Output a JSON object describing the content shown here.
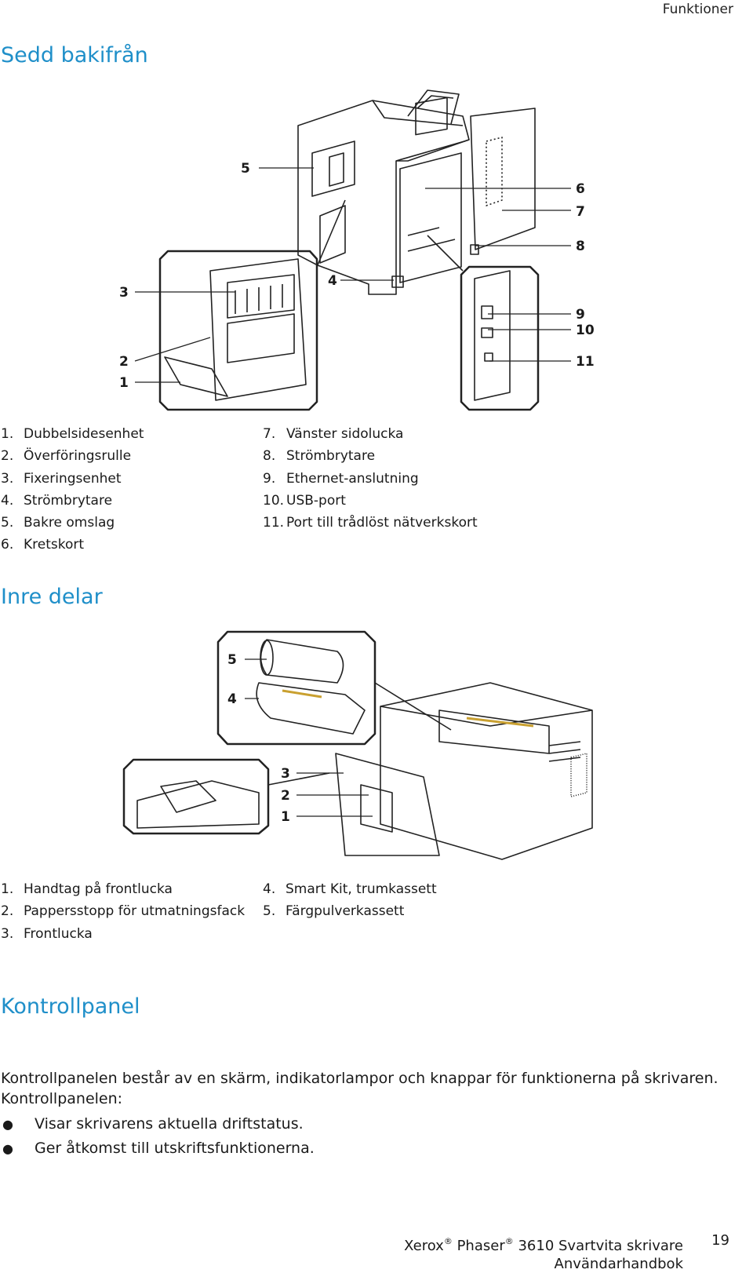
{
  "header": {
    "running_head": "Funktioner"
  },
  "rear_view": {
    "title": "Sedd bakifrån",
    "callouts": [
      "5",
      "3",
      "4",
      "2",
      "1",
      "6",
      "7",
      "8",
      "9",
      "10",
      "11"
    ],
    "legend_left": [
      {
        "num": "1.",
        "label": "Dubbelsidesenhet"
      },
      {
        "num": "2.",
        "label": "Överföringsrulle"
      },
      {
        "num": "3.",
        "label": "Fixeringsenhet"
      },
      {
        "num": "4.",
        "label": "Strömbrytare"
      },
      {
        "num": "5.",
        "label": "Bakre omslag"
      },
      {
        "num": "6.",
        "label": "Kretskort"
      }
    ],
    "legend_right": [
      {
        "num": "7.",
        "label": "Vänster sidolucka"
      },
      {
        "num": "8.",
        "label": "Strömbrytare"
      },
      {
        "num": "9.",
        "label": "Ethernet-anslutning"
      },
      {
        "num": "10.",
        "label": "USB-port"
      },
      {
        "num": "11.",
        "label": "Port till trådlöst nätverkskort"
      }
    ]
  },
  "internal_parts": {
    "title": "Inre delar",
    "callouts": [
      "5",
      "4",
      "3",
      "2",
      "1"
    ],
    "legend_left": [
      {
        "num": "1.",
        "label": "Handtag på frontlucka"
      },
      {
        "num": "2.",
        "label": "Pappersstopp för utmatningsfack"
      },
      {
        "num": "3.",
        "label": "Frontlucka"
      }
    ],
    "legend_right": [
      {
        "num": "4.",
        "label": "Smart Kit, trumkassett"
      },
      {
        "num": "5.",
        "label": "Färgpulverkassett"
      }
    ]
  },
  "control_panel": {
    "title": "Kontrollpanel",
    "intro": "Kontrollpanelen består av en skärm, indikatorlampor och knappar för funktionerna på skrivaren. Kontrollpanelen:",
    "bullets": [
      "Visar skrivarens aktuella driftstatus.",
      "Ger åtkomst till utskriftsfunktionerna."
    ],
    "bullet_symbol": "●"
  },
  "footer": {
    "brand": "Xerox",
    "registered": "®",
    "product": "Phaser",
    "model": "3610 Svartvita skrivare",
    "guide": "Användarhandbok",
    "page_number": "19"
  }
}
